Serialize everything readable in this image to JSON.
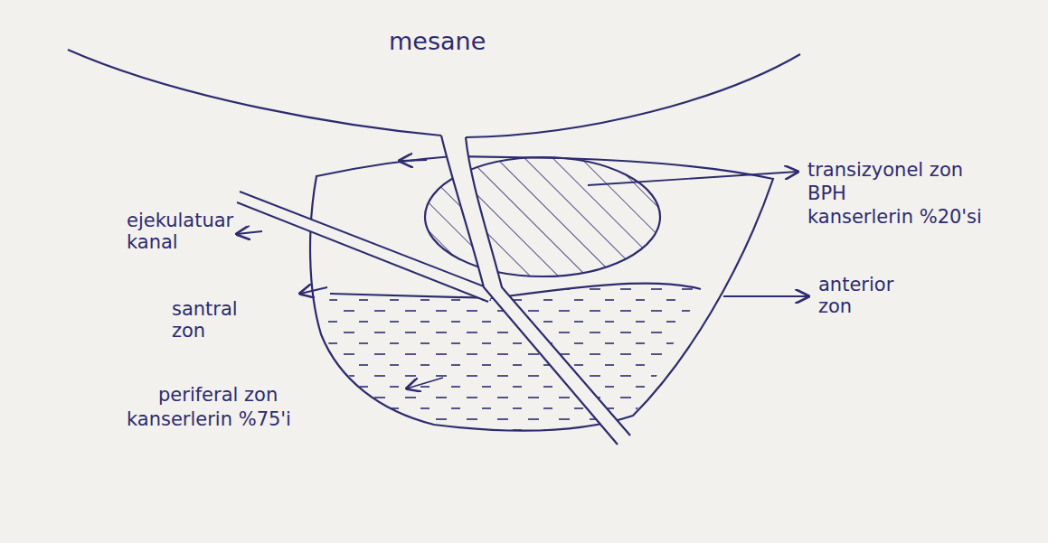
{
  "diagram": {
    "labels": [
      "mesane",
      "transizyonel zon",
      "BPH",
      "kanserlerin %20'si",
      "ejekulatuar kanal",
      "santral zon",
      "anterior zon",
      "periferal zon",
      "kanserlerin %75'i"
    ]
  }
}
